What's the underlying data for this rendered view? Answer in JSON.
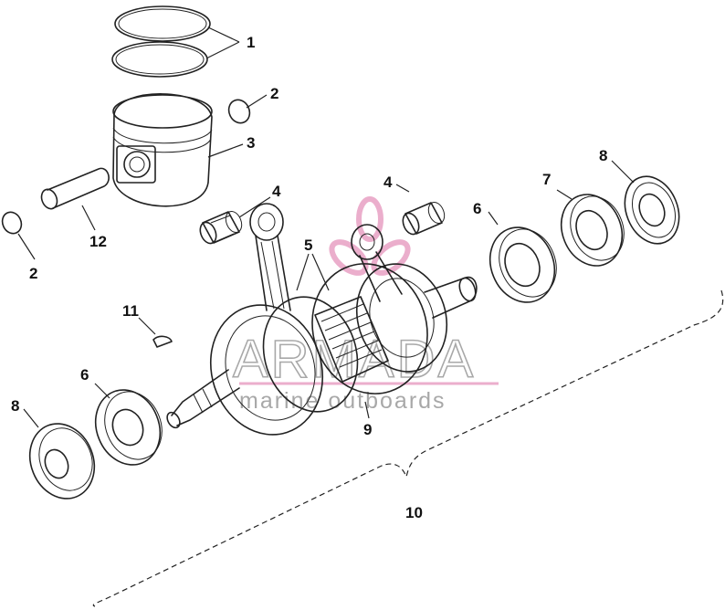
{
  "callouts": [
    {
      "id": "c1",
      "label": "1"
    },
    {
      "id": "c2a",
      "label": "2"
    },
    {
      "id": "c2b",
      "label": "2"
    },
    {
      "id": "c3",
      "label": "3"
    },
    {
      "id": "c4a",
      "label": "4"
    },
    {
      "id": "c4b",
      "label": "4"
    },
    {
      "id": "c5",
      "label": "5"
    },
    {
      "id": "c6a",
      "label": "6"
    },
    {
      "id": "c6b",
      "label": "6"
    },
    {
      "id": "c7",
      "label": "7"
    },
    {
      "id": "c8a",
      "label": "8"
    },
    {
      "id": "c8b",
      "label": "8"
    },
    {
      "id": "c9",
      "label": "9"
    },
    {
      "id": "c10",
      "label": "10"
    },
    {
      "id": "c11",
      "label": "11"
    },
    {
      "id": "c12",
      "label": "12"
    }
  ],
  "watermark": {
    "brand": "ARMADA",
    "tagline": "marine outboards"
  },
  "colors": {
    "ink": "#222222",
    "watermark_pink": "#e8a0c4",
    "watermark_grey": "#9a9a9a"
  }
}
